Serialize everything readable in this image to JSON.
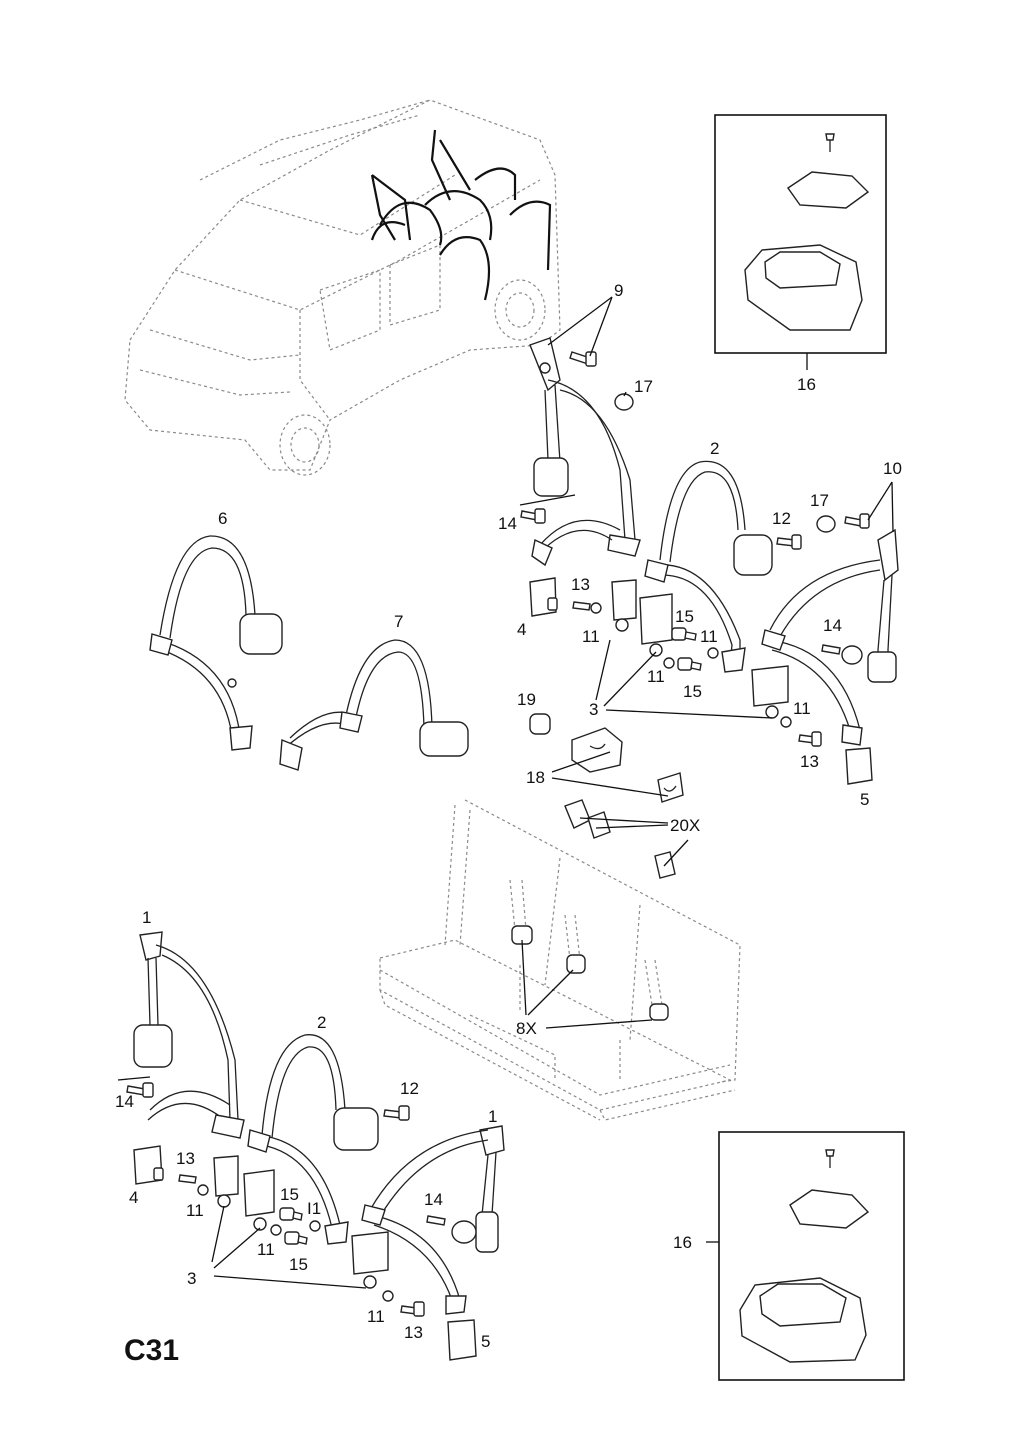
{
  "figure_code": "C31",
  "labels": {
    "l9": "9",
    "l17a": "17",
    "l2a": "2",
    "l10": "10",
    "l17b": "17",
    "l12a": "12",
    "l14a": "14",
    "l6": "6",
    "l7": "7",
    "l13a": "13",
    "l4a": "4",
    "l11a": "11",
    "l15a": "15",
    "l11b": "11",
    "l11c": "11",
    "l15b": "15",
    "l14b": "14",
    "l3a": "3",
    "l11d": "11",
    "l13b": "13",
    "l5a": "5",
    "l19": "19",
    "l18": "18",
    "l20x": "20X",
    "l16a": "16",
    "l1a": "1",
    "l2b": "2",
    "l12b": "12",
    "l14c": "14",
    "l1b": "1",
    "l13c": "13",
    "l4b": "4",
    "l11e": "11",
    "l15c": "15",
    "l11f": "I1",
    "l11g": "11",
    "l15d": "15",
    "l14d": "14",
    "l3b": "3",
    "l11h": "11",
    "l13d": "13",
    "l5b": "5",
    "l8x": "8X",
    "l16b": "16"
  }
}
